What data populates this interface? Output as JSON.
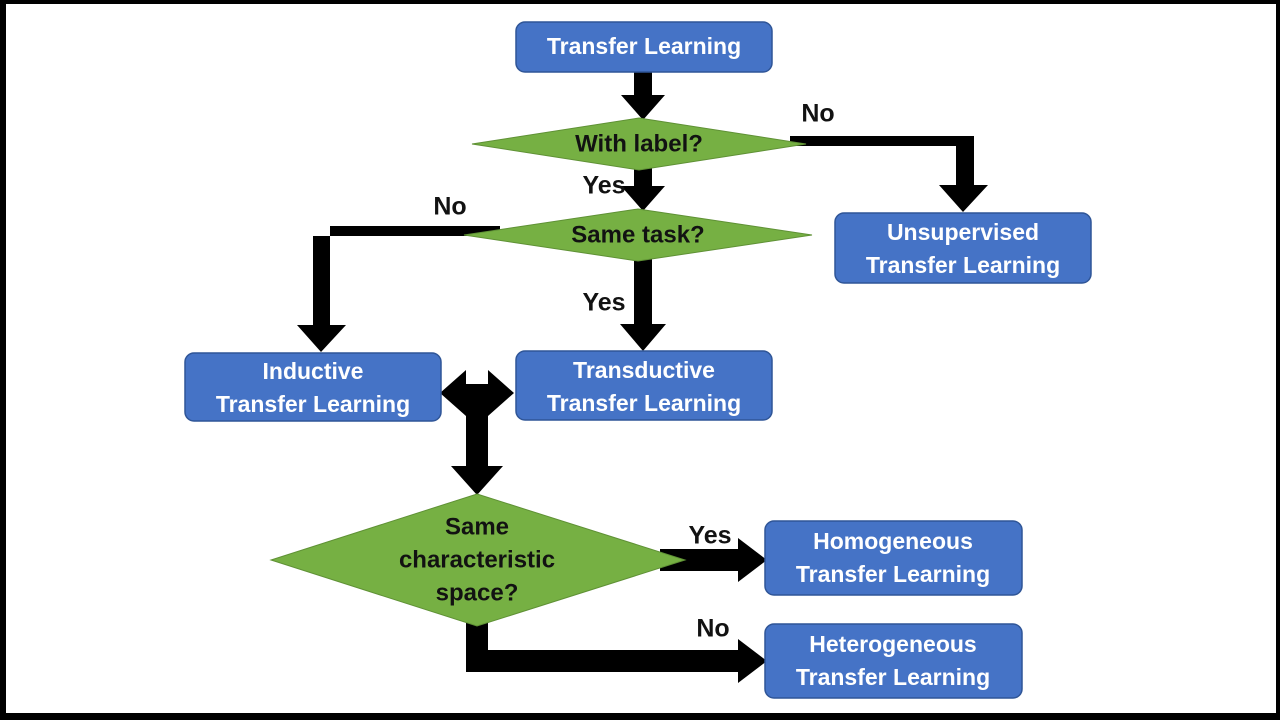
{
  "diagram": {
    "title": "Transfer Learning taxonomy flowchart",
    "colors": {
      "box_fill": "#4573c6",
      "box_stroke": "#2f5597",
      "box_text": "#ffffff",
      "diamond_fill": "#76b043",
      "diamond_stroke": "#5f9135",
      "diamond_text": "#121212",
      "connector": "#000000",
      "canvas": "#ffffff",
      "border": "#000000"
    },
    "nodes": {
      "root": {
        "label": "Transfer Learning"
      },
      "decision_with_label": {
        "label": "With label?"
      },
      "decision_same_task": {
        "label": "Same task?"
      },
      "decision_same_space": {
        "line1": "Same",
        "line2": "characteristic",
        "line3": "space?"
      },
      "unsupervised": {
        "line1": "Unsupervised",
        "line2": "Transfer Learning"
      },
      "inductive": {
        "line1": "Inductive",
        "line2": "Transfer Learning"
      },
      "transductive": {
        "line1": "Transductive",
        "line2": "Transfer Learning"
      },
      "homogeneous": {
        "line1": "Homogeneous",
        "line2": "Transfer Learning"
      },
      "heterogeneous": {
        "line1": "Heterogeneous",
        "line2": "Transfer Learning"
      }
    },
    "edge_labels": {
      "with_label_no": "No",
      "with_label_yes": "Yes",
      "same_task_no": "No",
      "same_task_yes": "Yes",
      "same_space_yes": "Yes",
      "same_space_no": "No"
    }
  }
}
